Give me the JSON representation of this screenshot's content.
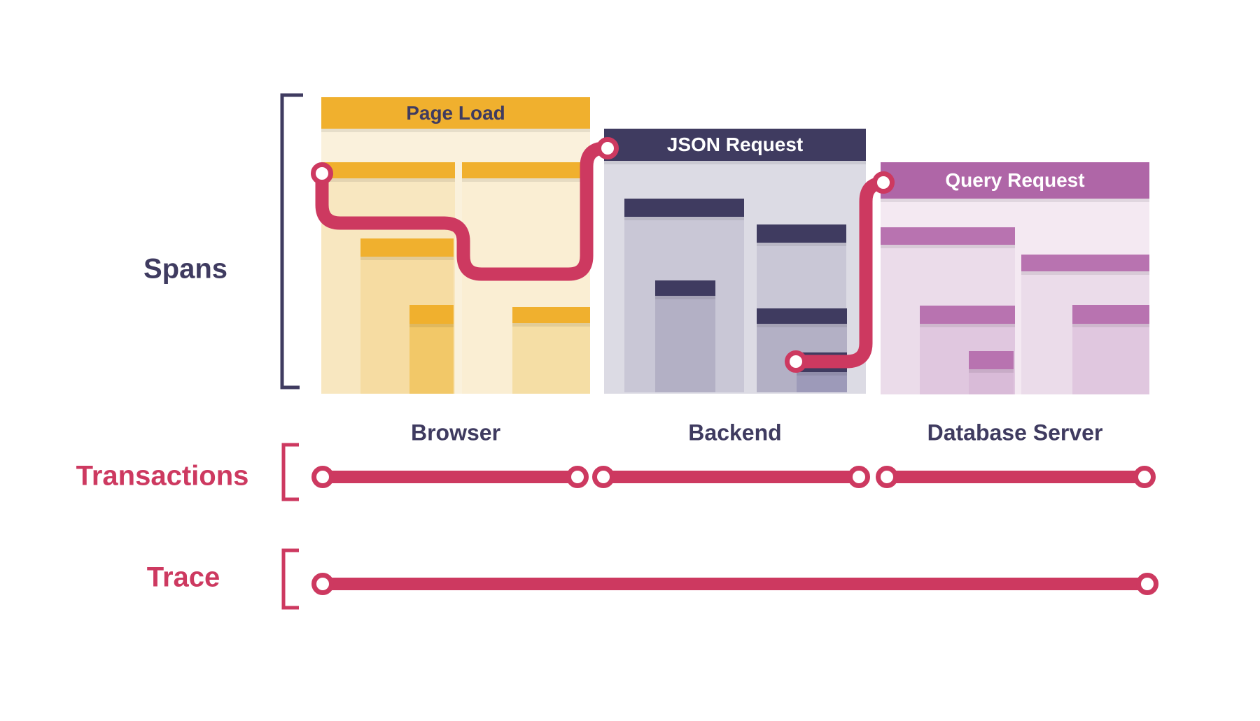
{
  "rows": {
    "spans_label": "Spans",
    "transactions_label": "Transactions",
    "trace_label": "Trace"
  },
  "panels": [
    {
      "title": "Page Load",
      "service": "Browser"
    },
    {
      "title": "JSON Request",
      "service": "Backend"
    },
    {
      "title": "Query Request",
      "service": "Database Server"
    }
  ],
  "colors": {
    "span_gold": "#F0B02E",
    "span_gold_body": "#F8E7C0",
    "indigo": "#3F3B60",
    "indigo_body": "#C9C7D6",
    "orchid": "#AF66A7",
    "orchid_body": "#EBDCEA",
    "trace_crimson": "#CD3960",
    "background": "#FFFFFF"
  }
}
